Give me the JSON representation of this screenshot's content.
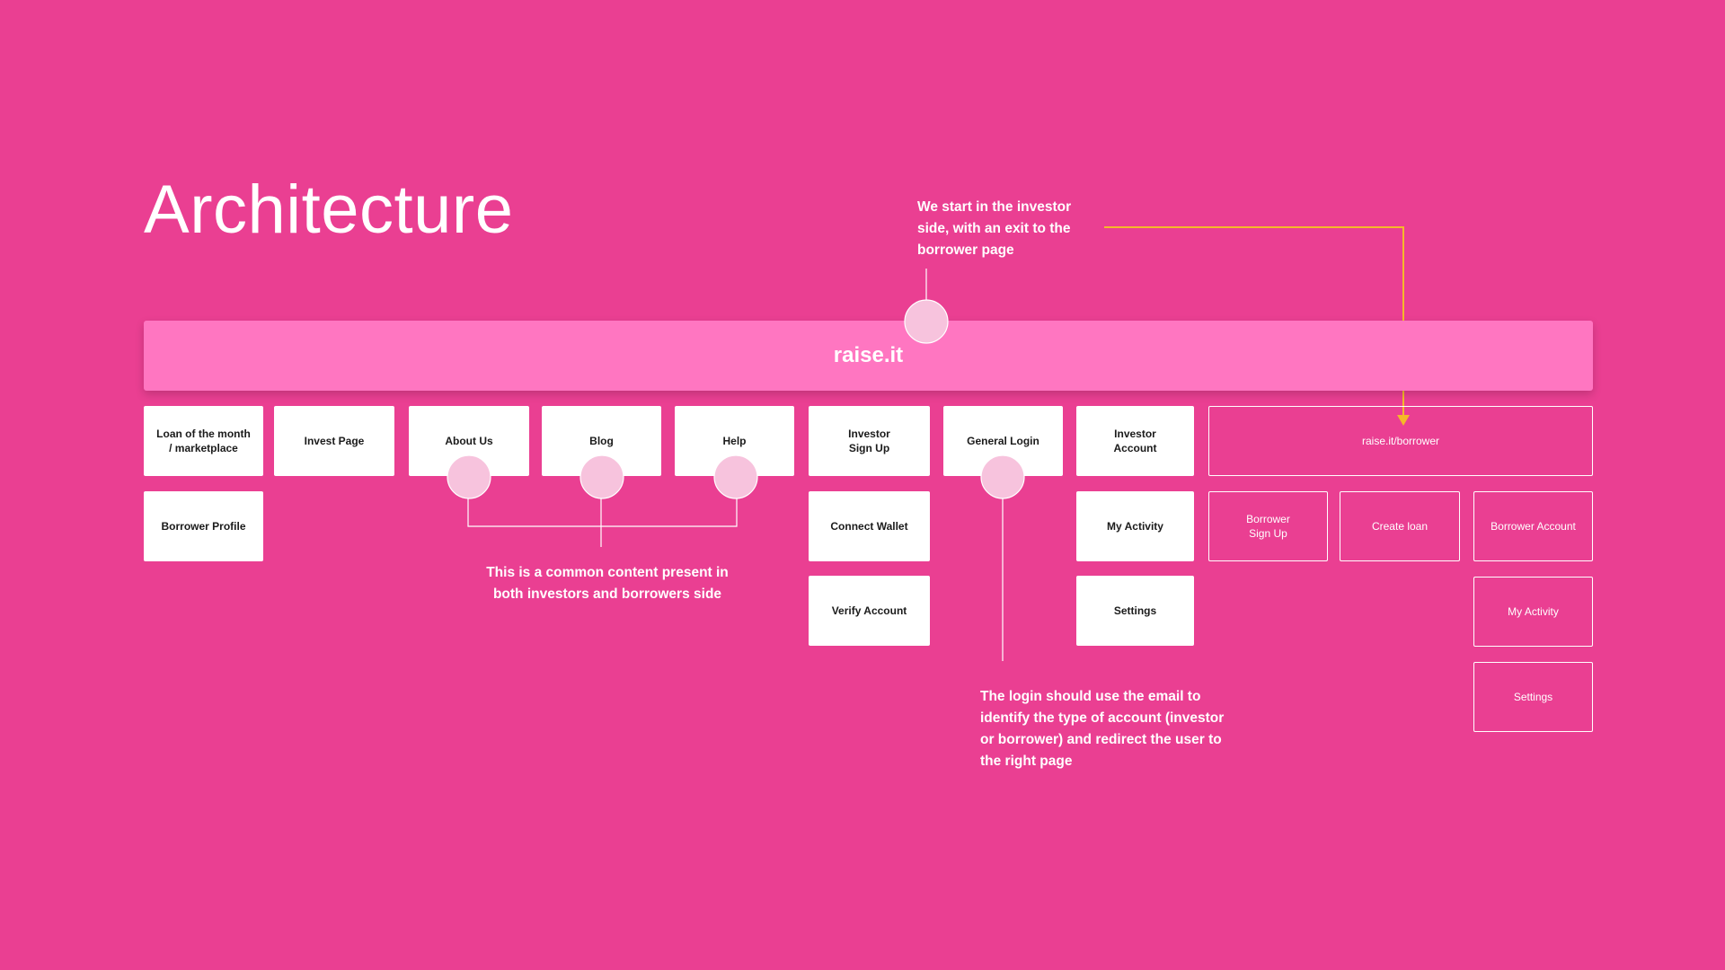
{
  "title": "Architecture",
  "root": {
    "label": "raise.it"
  },
  "annotations": {
    "start": "We start in the investor\nside, with an exit to the\nborrower page",
    "common": "This is a common content present in\nboth investors and borrowers side",
    "login": "The login should use the email to\nidentify the type of account (investor\nor borrower) and redirect the user to\nthe right page"
  },
  "investor": {
    "loan_month": "Loan of the month\n/ marketplace",
    "borrower_profile": "Borrower Profile",
    "invest_page": "Invest Page",
    "about_us": "About Us",
    "blog": "Blog",
    "help": "Help",
    "investor_sign_up": "Investor\nSign Up",
    "connect_wallet": "Connect Wallet",
    "verify_account": "Verify Account",
    "general_login": "General Login",
    "investor_account": "Investor\nAccount",
    "my_activity": "My Activity",
    "settings": "Settings"
  },
  "borrower": {
    "root": "raise.it/borrower",
    "sign_up": "Borrower\nSign Up",
    "create_loan": "Create loan",
    "account": "Borrower Account",
    "my_activity": "My Activity",
    "settings": "Settings"
  },
  "colors": {
    "background": "#EA3F92",
    "root_bar": "#FF76C1",
    "arrow": "#F5B829",
    "node_fill": "#ffffff"
  }
}
